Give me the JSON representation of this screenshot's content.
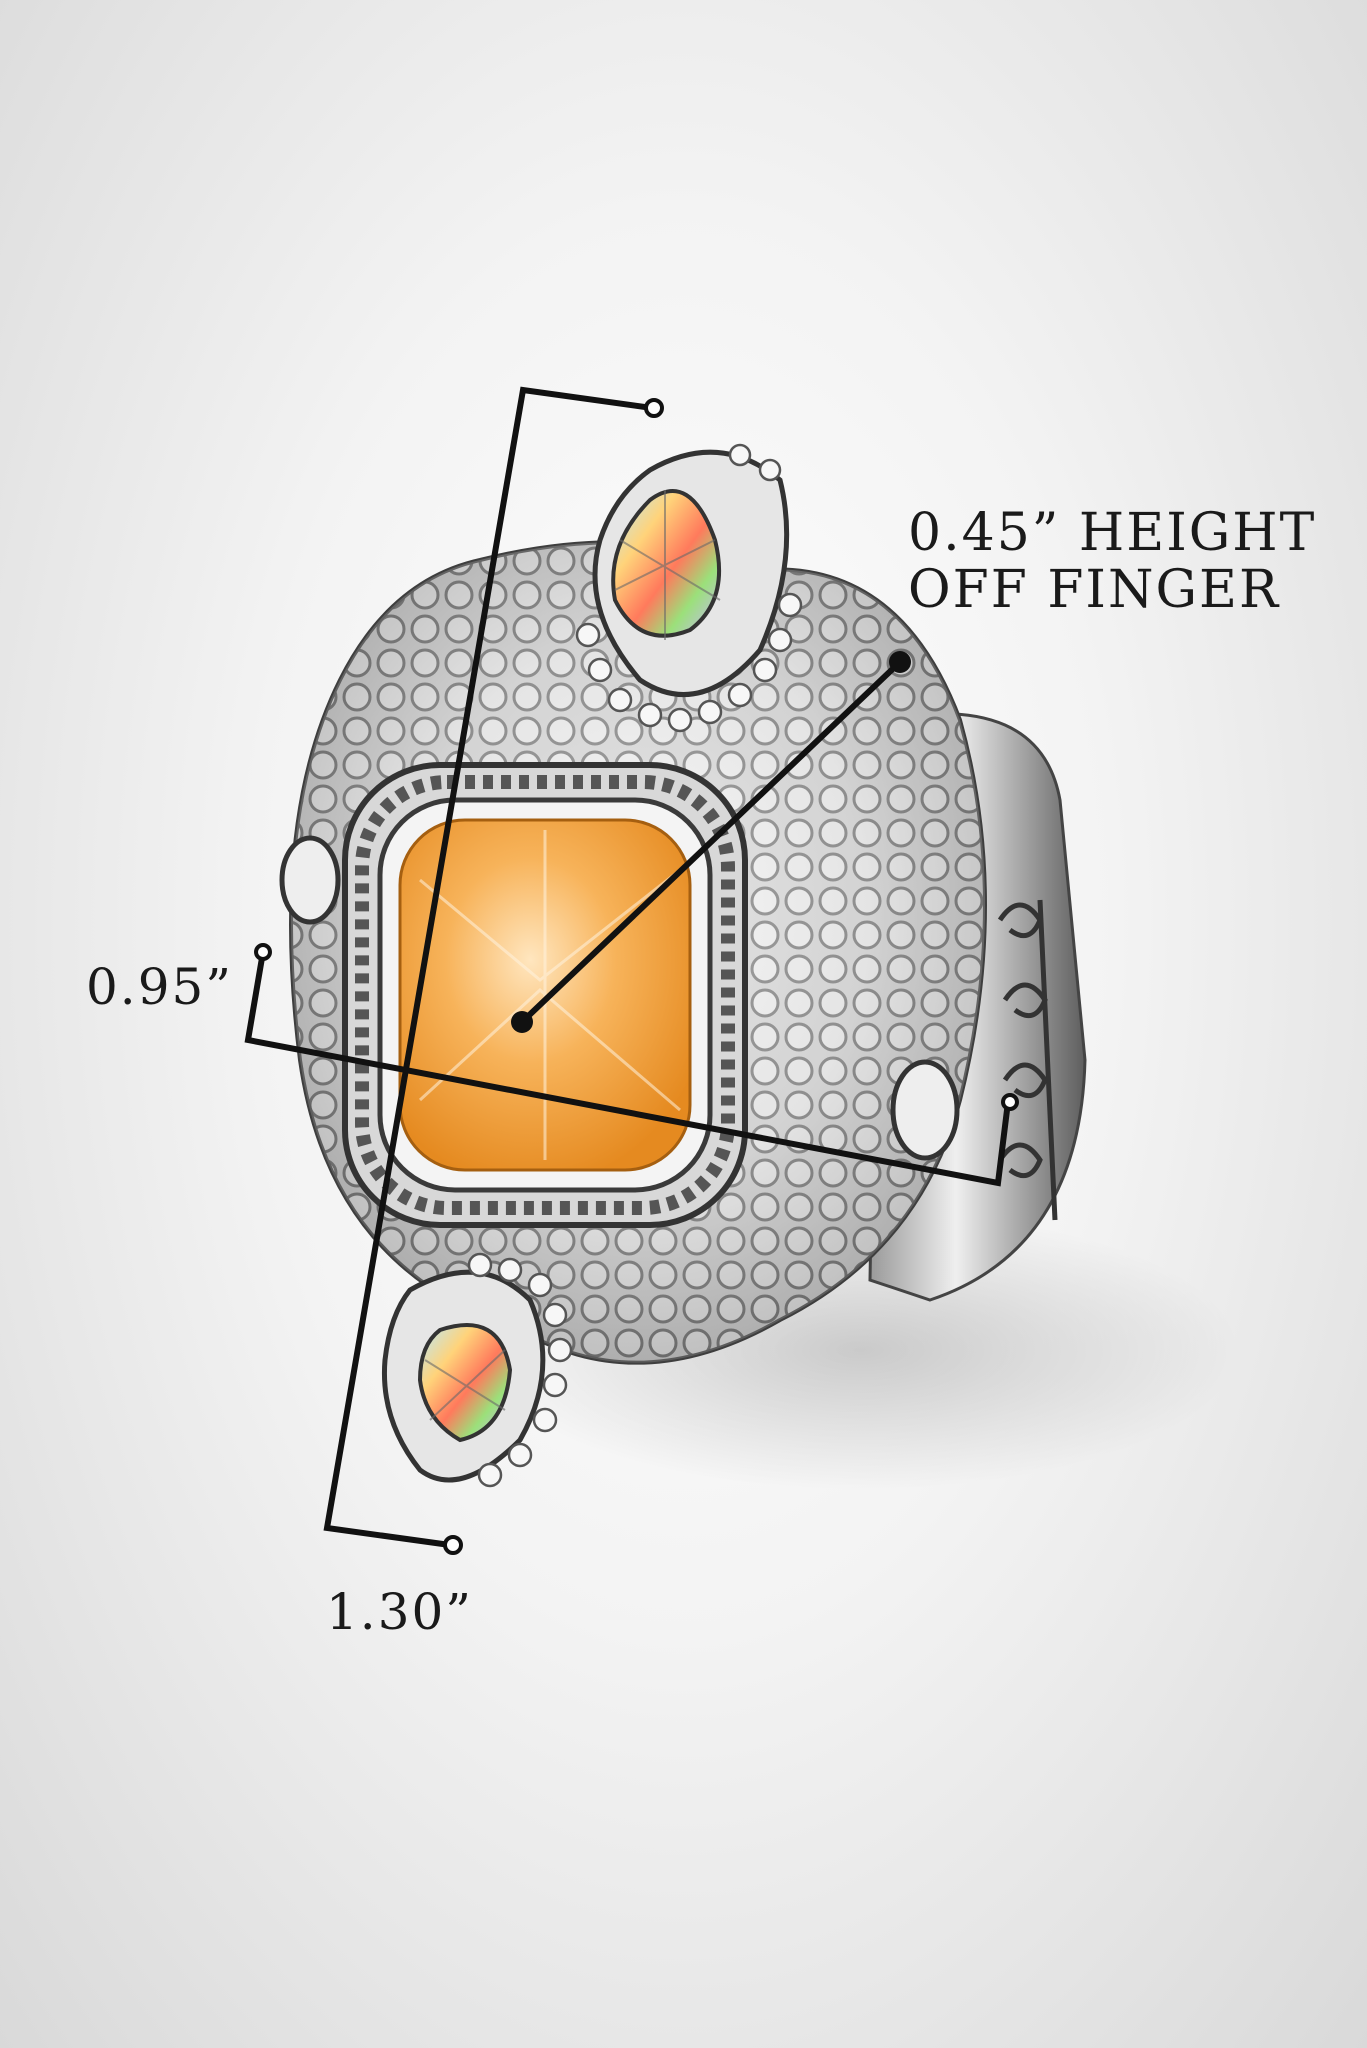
{
  "annotations": {
    "height_line1": "0.45” HEIGHT",
    "height_line2": "OFF FINGER",
    "width": "0.95”",
    "length": "1.30”"
  },
  "colors": {
    "silver_light": "#f4f4f4",
    "silver_mid": "#b9b9b9",
    "silver_dark": "#4a4a4a",
    "stone_orange": "#f0a040",
    "stone_light": "#ffe2b0",
    "marker_line": "#111111"
  }
}
